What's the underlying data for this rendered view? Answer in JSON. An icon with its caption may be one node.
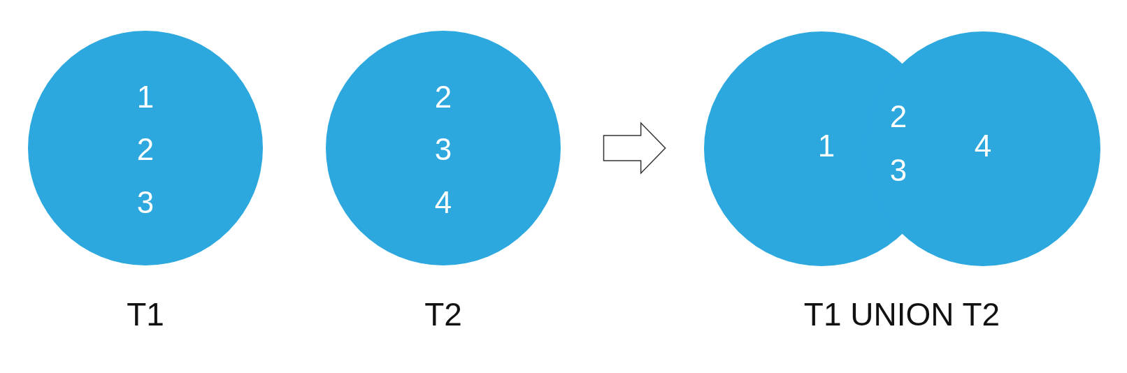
{
  "diagram": {
    "nodes": [
      {
        "text": [
          "1",
          "2",
          "3"
        ],
        "beside": [
          "T1"
        ]
      },
      {
        "text": [
          "2",
          "3",
          "4"
        ],
        "beside": [
          "T2"
        ]
      },
      {
        "text": [
          "1",
          "2",
          "3",
          "4"
        ],
        "beside": [
          "T1 UNION T2"
        ]
      }
    ],
    "edges": [
      {
        "from": 1,
        "to": 2,
        "arrow": "to"
      }
    ]
  }
}
